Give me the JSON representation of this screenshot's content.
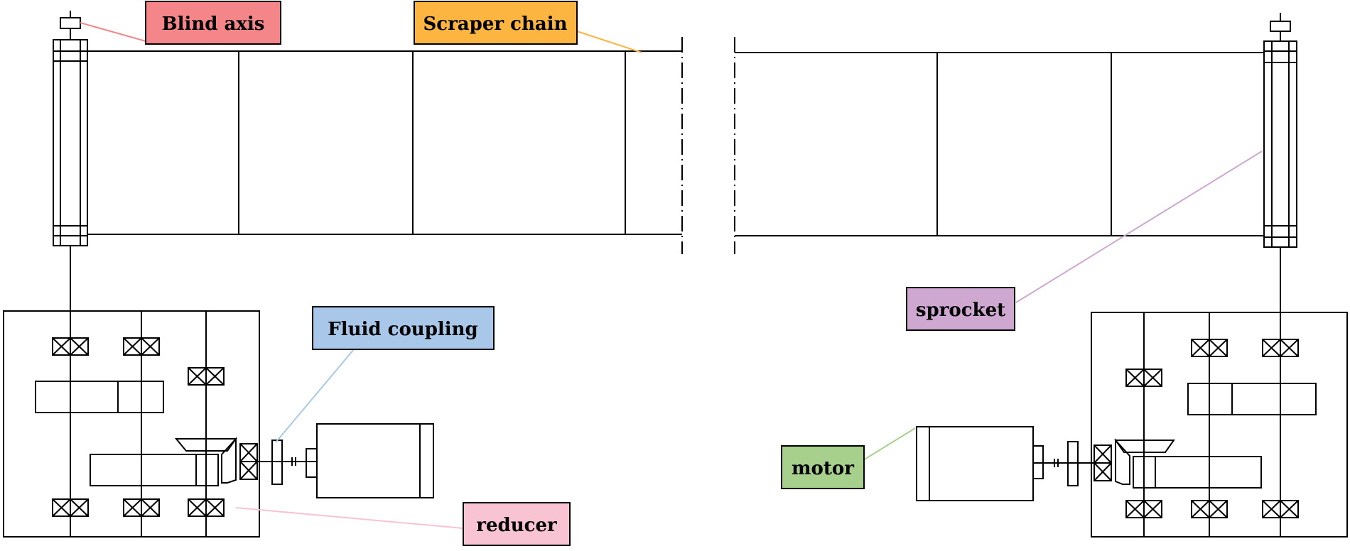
{
  "labels": {
    "blind_axis": "Blind axis",
    "scraper_chain": "Scraper chain",
    "fluid_coupling": "Fluid coupling",
    "reducer": "reducer",
    "sprocket": "sprocket",
    "motor": "motor"
  },
  "colors": {
    "blind_axis": "#f4868a",
    "scraper_chain": "#fbb540",
    "fluid_coupling": "#a9c8e9",
    "reducer": "#f8c3d3",
    "sprocket": "#cfa8d2",
    "motor": "#a8d08d",
    "line": "#000000"
  }
}
